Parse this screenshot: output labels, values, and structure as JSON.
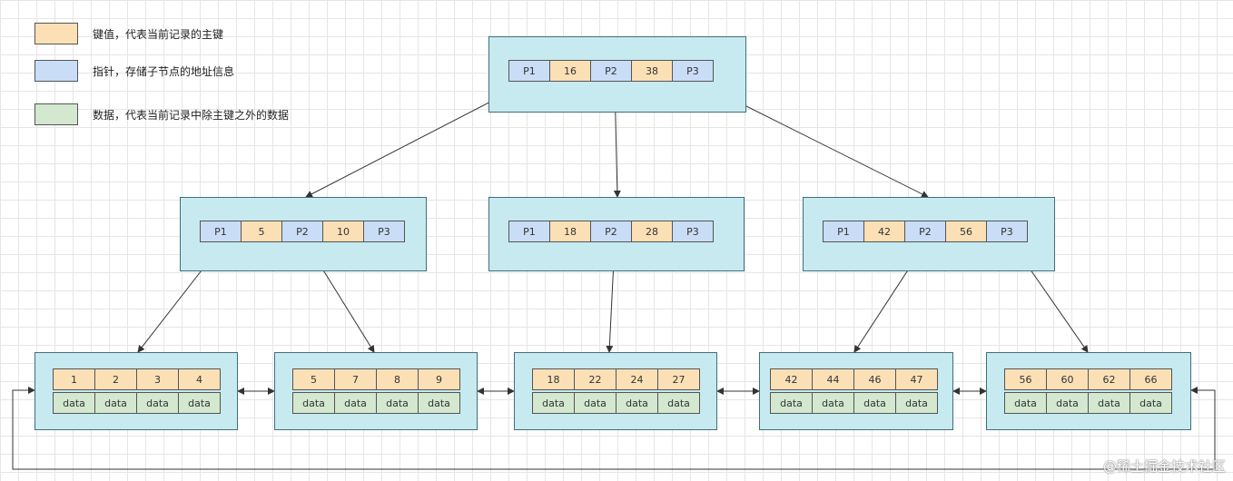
{
  "colors": {
    "key": "#fbe0b6",
    "pointer": "#c9ddf6",
    "data": "#d3e8cf",
    "node_fill": "#c6eaf0",
    "edge": "#333333"
  },
  "legend": [
    {
      "kind": "key",
      "text": "键值，代表当前记录的主键"
    },
    {
      "kind": "pointer",
      "text": "指针，存储子节点的地址信息"
    },
    {
      "kind": "data",
      "text": "数据，代表当前记录中除主键之外的数据"
    }
  ],
  "tree": {
    "root": {
      "cells": [
        "P1",
        "16",
        "P2",
        "38",
        "P3"
      ]
    },
    "internal": [
      {
        "cells": [
          "P1",
          "5",
          "P2",
          "10",
          "P3"
        ]
      },
      {
        "cells": [
          "P1",
          "18",
          "P2",
          "28",
          "P3"
        ]
      },
      {
        "cells": [
          "P1",
          "42",
          "P2",
          "56",
          "P3"
        ]
      }
    ],
    "leaves": [
      {
        "keys": [
          "1",
          "2",
          "3",
          "4"
        ],
        "data": [
          "data",
          "data",
          "data",
          "data"
        ]
      },
      {
        "keys": [
          "5",
          "7",
          "8",
          "9"
        ],
        "data": [
          "data",
          "data",
          "data",
          "data"
        ]
      },
      {
        "keys": [
          "18",
          "22",
          "24",
          "27"
        ],
        "data": [
          "data",
          "data",
          "data",
          "data"
        ]
      },
      {
        "keys": [
          "42",
          "44",
          "46",
          "47"
        ],
        "data": [
          "data",
          "data",
          "data",
          "data"
        ]
      },
      {
        "keys": [
          "56",
          "60",
          "62",
          "66"
        ],
        "data": [
          "data",
          "data",
          "data",
          "data"
        ]
      }
    ]
  },
  "watermark": "@稀土掘金技术社区"
}
